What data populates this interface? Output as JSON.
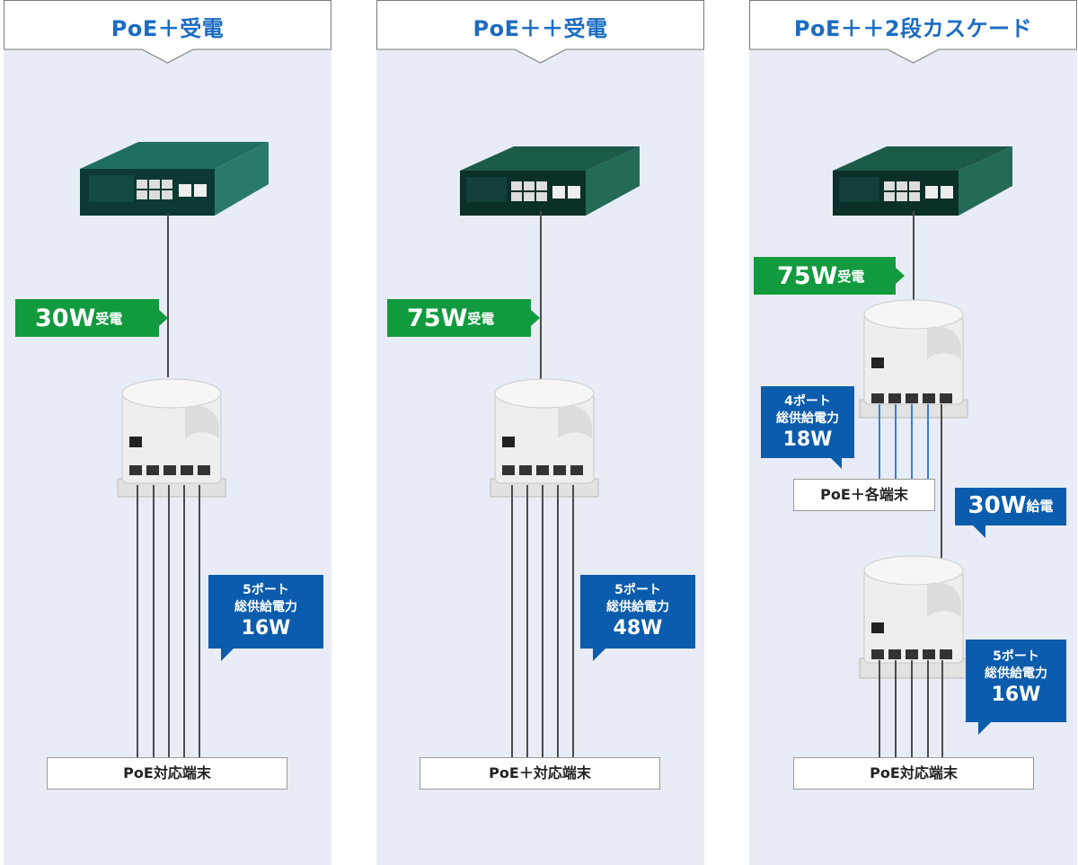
{
  "columns": [
    {
      "header": "PoE＋受電",
      "received_power": {
        "value": "30W",
        "unit": "受電"
      },
      "callout": {
        "line1": "5ポート",
        "line2": "総供給電力",
        "line3": "16W"
      },
      "terminal_label": "PoE対応端末"
    },
    {
      "header": "PoE＋＋受電",
      "received_power": {
        "value": "75W",
        "unit": "受電"
      },
      "callout": {
        "line1": "5ポート",
        "line2": "総供給電力",
        "line3": "48W"
      },
      "terminal_label": "PoE＋対応端末"
    },
    {
      "header": "PoE＋＋2段カスケード",
      "received_power": {
        "value": "75W",
        "unit": "受電"
      },
      "callout_upper": {
        "line1": "4ポート",
        "line2": "総供給電力",
        "line3": "18W"
      },
      "upper_terminal_label": "PoE＋各端末",
      "cascade_power": {
        "value": "30W",
        "unit": "給電"
      },
      "callout_lower": {
        "line1": "5ポート",
        "line2": "総供給電力",
        "line3": "16W"
      },
      "terminal_label": "PoE対応端末"
    }
  ],
  "colors": {
    "background_panel": "#e8ecf6",
    "header_text": "#1b6cc2",
    "green_tag": "#129a3e",
    "blue_callout": "#0b5cad"
  }
}
